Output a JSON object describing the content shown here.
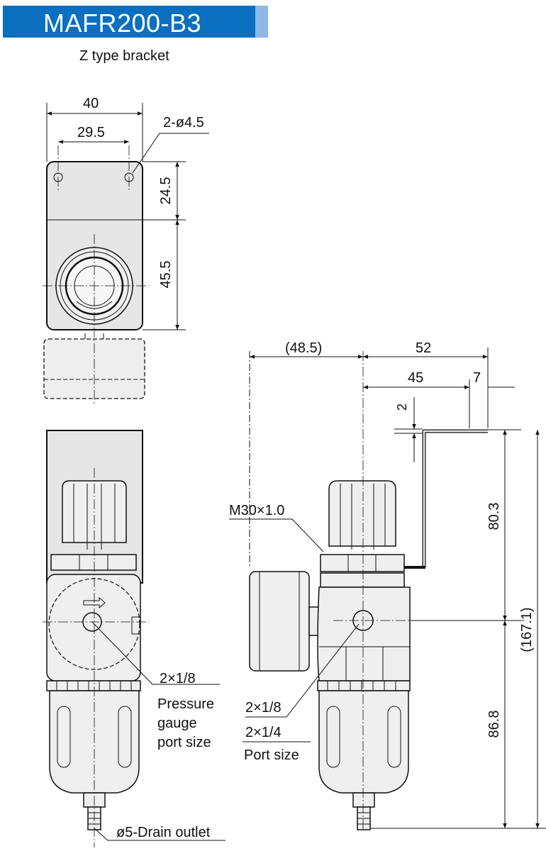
{
  "header": {
    "model": "MAFR200-B3",
    "bracket_type": "Z type bracket",
    "brand_color": "#0b6fbf",
    "accent_color": "#8fb7e8"
  },
  "dimensions": {
    "top_width": "40",
    "hole_spacing": "29.5",
    "holes": "2-ø4.5",
    "hole_to_edge": "24.5",
    "hole_to_center": "45.5",
    "gauge_offset": "(48.5)",
    "bracket_total": "52",
    "bracket_center": "45",
    "bracket_tab": "7",
    "bracket_thickness": "2",
    "thread": "M30×1.0",
    "upper_height": "80.3",
    "total_height": "(167.1)",
    "lower_height": "86.8"
  },
  "callouts": {
    "gauge_port": "2×1/8",
    "gauge_port_desc_1": "Pressure",
    "gauge_port_desc_2": "gauge",
    "gauge_port_desc_3": "port size",
    "port_a": "2×1/8",
    "port_b": "2×1/4",
    "port_desc": "Port size",
    "drain": "ø5-Drain outlet"
  }
}
